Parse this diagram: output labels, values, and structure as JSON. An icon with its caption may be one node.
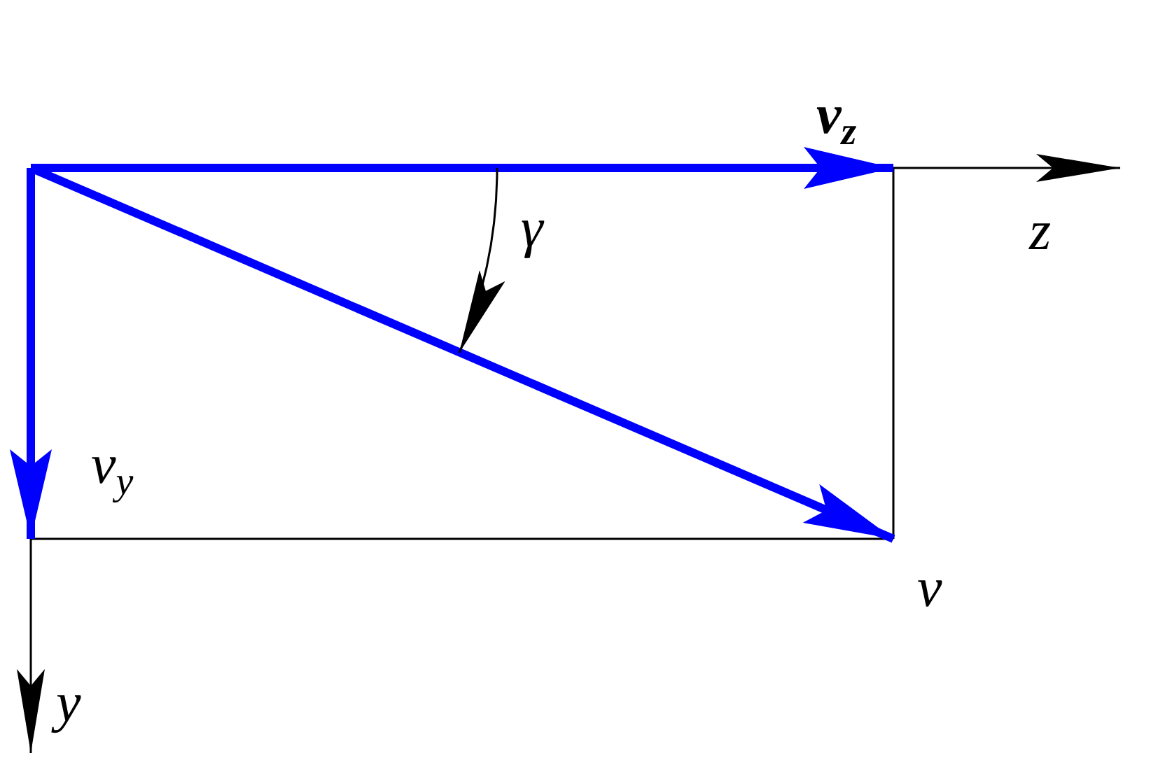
{
  "diagram": {
    "labels": [
      "v$_{z}$",
      "z",
      "γ",
      "v$_{y}$",
      "v",
      "y"
    ]
  }
}
